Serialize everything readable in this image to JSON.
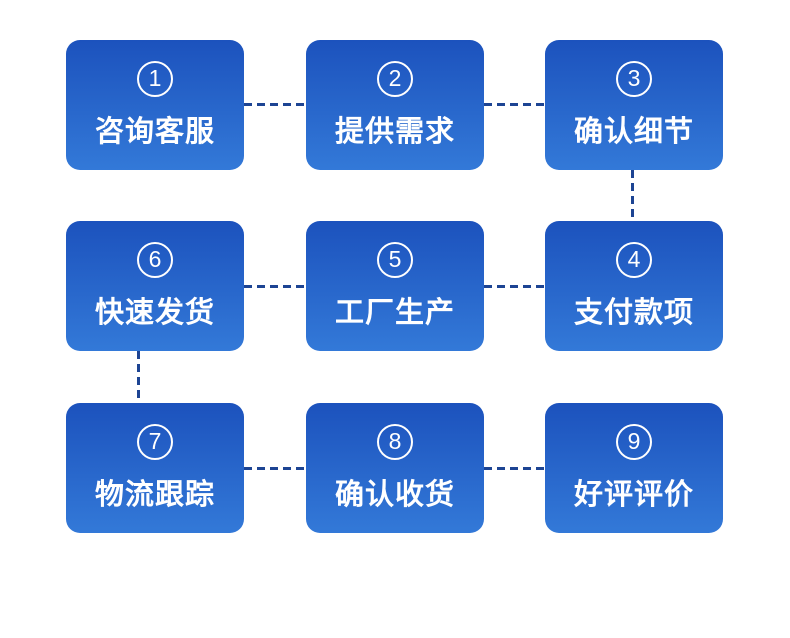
{
  "style": {
    "canvas_background": "#ffffff",
    "box_gradient_top": "#1c52bd",
    "box_gradient_bottom": "#3379d8",
    "connector_color": "#1d4493",
    "text_color": "#ffffff"
  },
  "diagram": {
    "type": "process-flow",
    "flow_order": "serpentine: 1-2-3 right, 3-4 down, 4-5-6 left, 6-7 down, 7-8-9 right",
    "steps": [
      {
        "number": "1",
        "label": "咨询客服"
      },
      {
        "number": "2",
        "label": "提供需求"
      },
      {
        "number": "3",
        "label": "确认细节"
      },
      {
        "number": "4",
        "label": "支付款项"
      },
      {
        "number": "5",
        "label": "工厂生产"
      },
      {
        "number": "6",
        "label": "快速发货"
      },
      {
        "number": "7",
        "label": "物流跟踪"
      },
      {
        "number": "8",
        "label": "确认收货"
      },
      {
        "number": "9",
        "label": "好评评价"
      }
    ]
  }
}
